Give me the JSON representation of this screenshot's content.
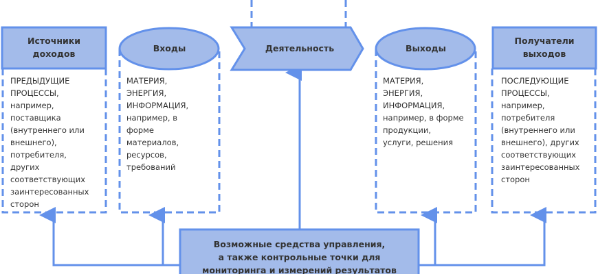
{
  "colors": {
    "stroke": "#6391ea",
    "fill": "#a3bbea",
    "text": "#333333"
  },
  "sources": {
    "title": [
      "Источники",
      "доходов"
    ],
    "lines": [
      "ПРЕДЫДУЩИЕ",
      "ПРОЦЕССЫ,",
      "например,",
      "поставщика",
      "(внутреннего или",
      "внешнего),",
      "потребителя,",
      "других",
      "соответствующих",
      "заинтересованных",
      "сторон"
    ]
  },
  "inputs": {
    "title": "Входы",
    "lines": [
      "МАТЕРИЯ,",
      "ЭНЕРГИЯ,",
      "ИНФОРМАЦИЯ,",
      "например, в",
      "форме",
      "материалов,",
      "ресурсов,",
      "требований"
    ]
  },
  "activity": {
    "title": "Деятельность"
  },
  "outputs": {
    "title": "Выходы",
    "lines": [
      "МАТЕРИЯ,",
      "ЭНЕРГИЯ,",
      "ИНФОРМАЦИЯ,",
      "например, в форме",
      "продукции,",
      "услуги, решения"
    ]
  },
  "receivers": {
    "title": [
      "Получатели",
      "выходов"
    ],
    "lines": [
      "ПОСЛЕДУЮЩИЕ",
      "ПРОЦЕССЫ,",
      "например,",
      "потребителя",
      "(внутреннего или",
      "внешнего), других",
      "соответствующих",
      "заинтересованных",
      "сторон"
    ]
  },
  "control": {
    "lines": [
      "Возможные средства управления,",
      "а также контрольные точки для",
      "мониторинга и измерений результатов"
    ]
  }
}
